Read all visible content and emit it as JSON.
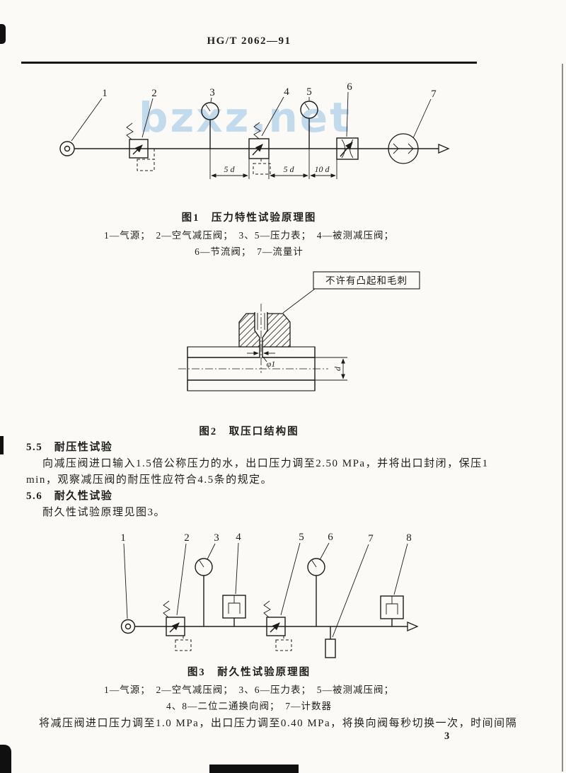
{
  "page": {
    "doc_number": "HG/T 2062—91",
    "page_number": "3",
    "watermark": "bzxz.net"
  },
  "figure1": {
    "labels": [
      "1",
      "2",
      "3",
      "4",
      "5",
      "6",
      "7"
    ],
    "dims": [
      "5 d",
      "5 d",
      "10 d"
    ],
    "caption": "图1　压力特性试验原理图",
    "legend_line1": "1—气源；　2—空气减压阀；　3、5—压力表；　4—被测减压阀；",
    "legend_line2": "6—节流阀；　7—流量计"
  },
  "figure2": {
    "annotation": "不许有凸起和毛刺",
    "dim_phi": "φ1",
    "dim_d": "d",
    "caption": "图2　取压口结构图"
  },
  "section55": {
    "title": "5.5　耐压性试验",
    "body_line1": "向减压阀进口输入1.5倍公称压力的水，出口压力调至2.50 MPa，并将出口封闭，保压1",
    "body_line2": "min，观察减压阀的耐压性应符合4.5条的规定。"
  },
  "section56": {
    "title": "5.6　耐久性试验",
    "body": "耐久性试验原理见图3。"
  },
  "figure3": {
    "labels": [
      "1",
      "2",
      "3",
      "4",
      "5",
      "6",
      "7",
      "8"
    ],
    "caption": "图3　耐久性试验原理图",
    "legend_line1": "1—气源；　2—空气减压阀；　3、6—压力表；　5—被测减压阀；",
    "legend_line2": "4、8—二位二通换向阀；　7—计数器"
  },
  "closing": {
    "body": "将减压阀进口压力调至1.0 MPa，出口压力调至0.40 MPa，将换向阀每秒切换一次，时间间隔"
  }
}
